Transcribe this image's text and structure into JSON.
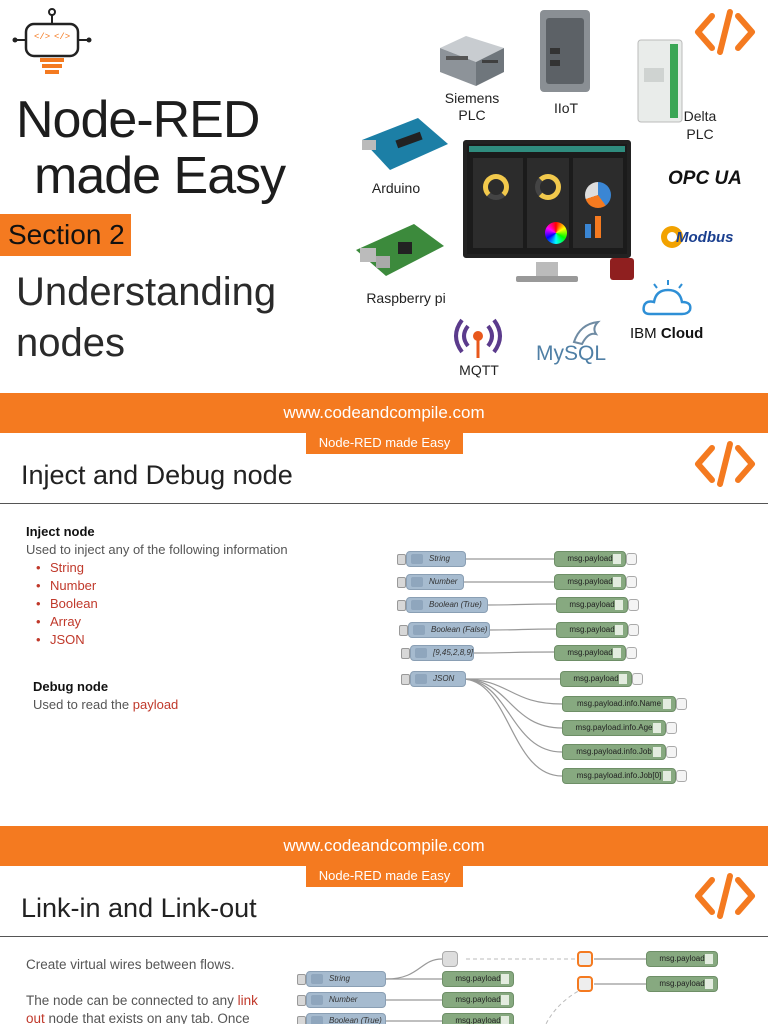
{
  "hero": {
    "title_line1": "Node-RED",
    "title_line2": "made Easy",
    "section_badge": "Section 2",
    "subtitle_line1": "Understanding",
    "subtitle_line2": "nodes",
    "devices": {
      "siemens_l1": "Siemens",
      "siemens_l2": "PLC",
      "iiot": "IIoT",
      "delta_l1": "Delta",
      "delta_l2": "PLC",
      "arduino": "Arduino",
      "raspberry": "Raspberry pi",
      "opc": "OPC UA",
      "modbus": "Modbus",
      "ibm_a": "IBM",
      "ibm_b": "Cloud",
      "mysql": "MySQL",
      "mqtt": "MQTT"
    }
  },
  "banner": {
    "url": "www.codeandcompile.com",
    "tag": "Node-RED made Easy"
  },
  "slide1": {
    "title": "Inject and Debug node",
    "inject_head": "Inject node",
    "inject_desc": "Used to inject any of the following information",
    "types": [
      "String",
      "Number",
      "Boolean",
      "Array",
      "JSON"
    ],
    "debug_head": "Debug node",
    "debug_desc_prefix": "Used to read the ",
    "debug_desc_link": "payload",
    "inject_nodes": [
      "String",
      "Number",
      "Boolean (True)",
      "Boolean (False)",
      "[9,45,2,8,9]",
      "JSON"
    ],
    "debug_nodes": [
      "msg.payload",
      "msg.payload",
      "msg.payload",
      "msg.payload",
      "msg.payload",
      "msg.payload",
      "msg.payload.info.Name",
      "msg.payload.info.Age",
      "msg.payload.info.Job",
      "msg.payload.info.Job[0]"
    ]
  },
  "slide2": {
    "title": "Link-in and Link-out",
    "desc1": "Create virtual wires between flows.",
    "desc2_a": "The node can be connected to any ",
    "desc2_link1": "link",
    "desc2_link2": "out",
    "desc2_b": " node that exists on any tab. Once",
    "inject_nodes": [
      "String",
      "Number",
      "Boolean (True)"
    ],
    "debug_nodes": [
      "msg.payload",
      "msg.payload",
      "msg.payload",
      "msg.payload",
      "msg.payload"
    ]
  },
  "colors": {
    "accent": "#f47a20",
    "link_text": "#c0392b",
    "inject_node": "#a6bbcf",
    "debug_node": "#87a980"
  }
}
